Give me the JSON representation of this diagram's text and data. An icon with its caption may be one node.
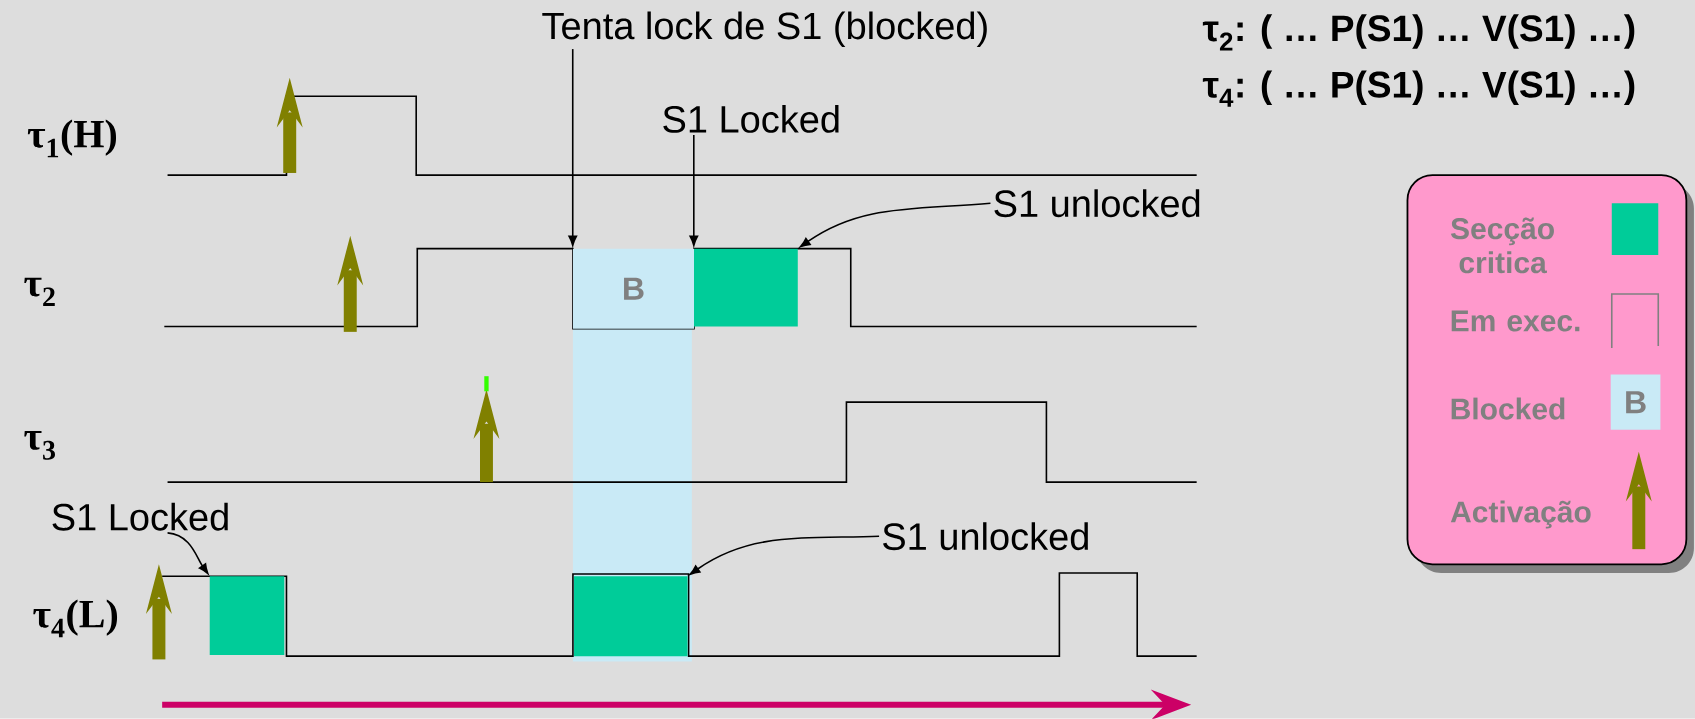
{
  "diagram": {
    "nodes": [
      {
        "text": [
          "Tenta lock de S1 (blocked)"
        ]
      },
      {
        "text": [
          "S1 Locked"
        ]
      },
      {
        "text": [
          "S1 unlocked"
        ]
      },
      {
        "text": [
          "B"
        ]
      },
      {
        "text": [],
        "shape": "box"
      },
      {
        "text": [
          "S1 Locked"
        ]
      },
      {
        "text": [
          "S1 unlocked"
        ]
      },
      {
        "text": [],
        "shape": "box"
      },
      {
        "text": [],
        "shape": "box"
      }
    ],
    "edges": [
      {
        "from": 0,
        "to": 3,
        "arrow": "to"
      },
      {
        "from": 1,
        "to": 4,
        "arrow": "to"
      },
      {
        "from": 2,
        "to": 4,
        "arrow": "to"
      },
      {
        "from": 5,
        "to": 7,
        "arrow": "to"
      },
      {
        "from": 6,
        "to": 8,
        "arrow": "to"
      }
    ],
    "labels": [
      "τ$_{2}$: ( … P(S1) … V(S1) …)",
      "τ$_{4}$: ( … P(S1) … V(S1) …)",
      "τ$_{1}$(H)",
      "τ$_{2}$",
      "τ$_{3}$",
      "τ$_{4}$(L)",
      "B"
    ],
    "legend": [
      {
        "text": "Secção critica",
        "color": "#00cc99"
      },
      {
        "text": "Em exec."
      },
      {
        "text": "Blocked"
      },
      {
        "text": "Activação"
      }
    ]
  }
}
